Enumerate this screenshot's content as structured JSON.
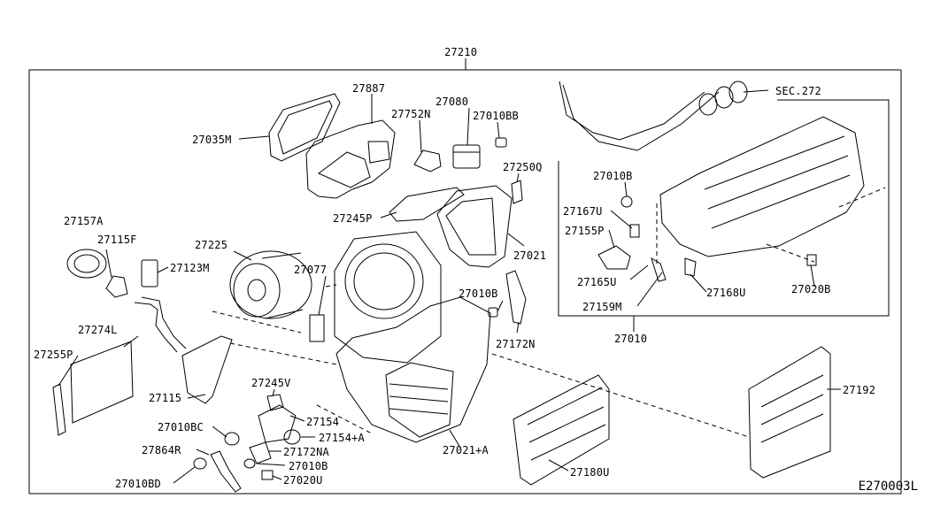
{
  "diagram": {
    "code": "E270003L",
    "assembly": "27210",
    "sub_assembly": "27010",
    "section_ref": "SEC.272"
  },
  "callouts": [
    "27210",
    "27887",
    "27080",
    "27752N",
    "27010BB",
    "27035M",
    "27250Q",
    "27245P",
    "27021",
    "27157A",
    "27115F",
    "27225",
    "27123M",
    "27077",
    "27010B",
    "27172N",
    "27274L",
    "27255P",
    "27115",
    "27245V",
    "27010BC",
    "27154",
    "27154+A",
    "27864R",
    "27172NA",
    "27010B",
    "27010BD",
    "27020U",
    "27021+A",
    "27180U",
    "27192",
    "SEC.272",
    "27010B",
    "27167U",
    "27155P",
    "27165U",
    "27159M",
    "27168U",
    "27020B",
    "27010"
  ]
}
